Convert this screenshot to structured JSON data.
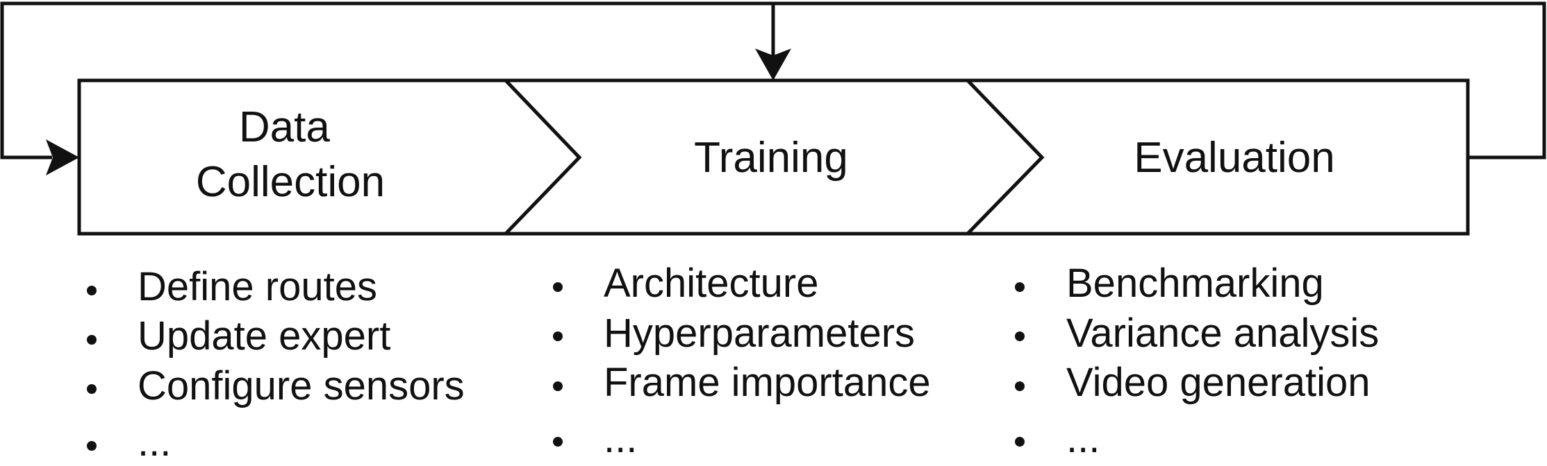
{
  "stages": [
    {
      "label_lines": [
        "Data",
        "Collection"
      ],
      "bullets": [
        "Define routes",
        "Update expert",
        "Configure sensors",
        "..."
      ]
    },
    {
      "label_lines": [
        "Training"
      ],
      "bullets": [
        "Architecture",
        "Hyperparameters",
        "Frame importance",
        "..."
      ]
    },
    {
      "label_lines": [
        "Evaluation"
      ],
      "bullets": [
        "Benchmarking",
        "Variance analysis",
        "Video generation",
        "..."
      ]
    }
  ],
  "colors": {
    "stroke": "#111111",
    "background": "#ffffff"
  }
}
